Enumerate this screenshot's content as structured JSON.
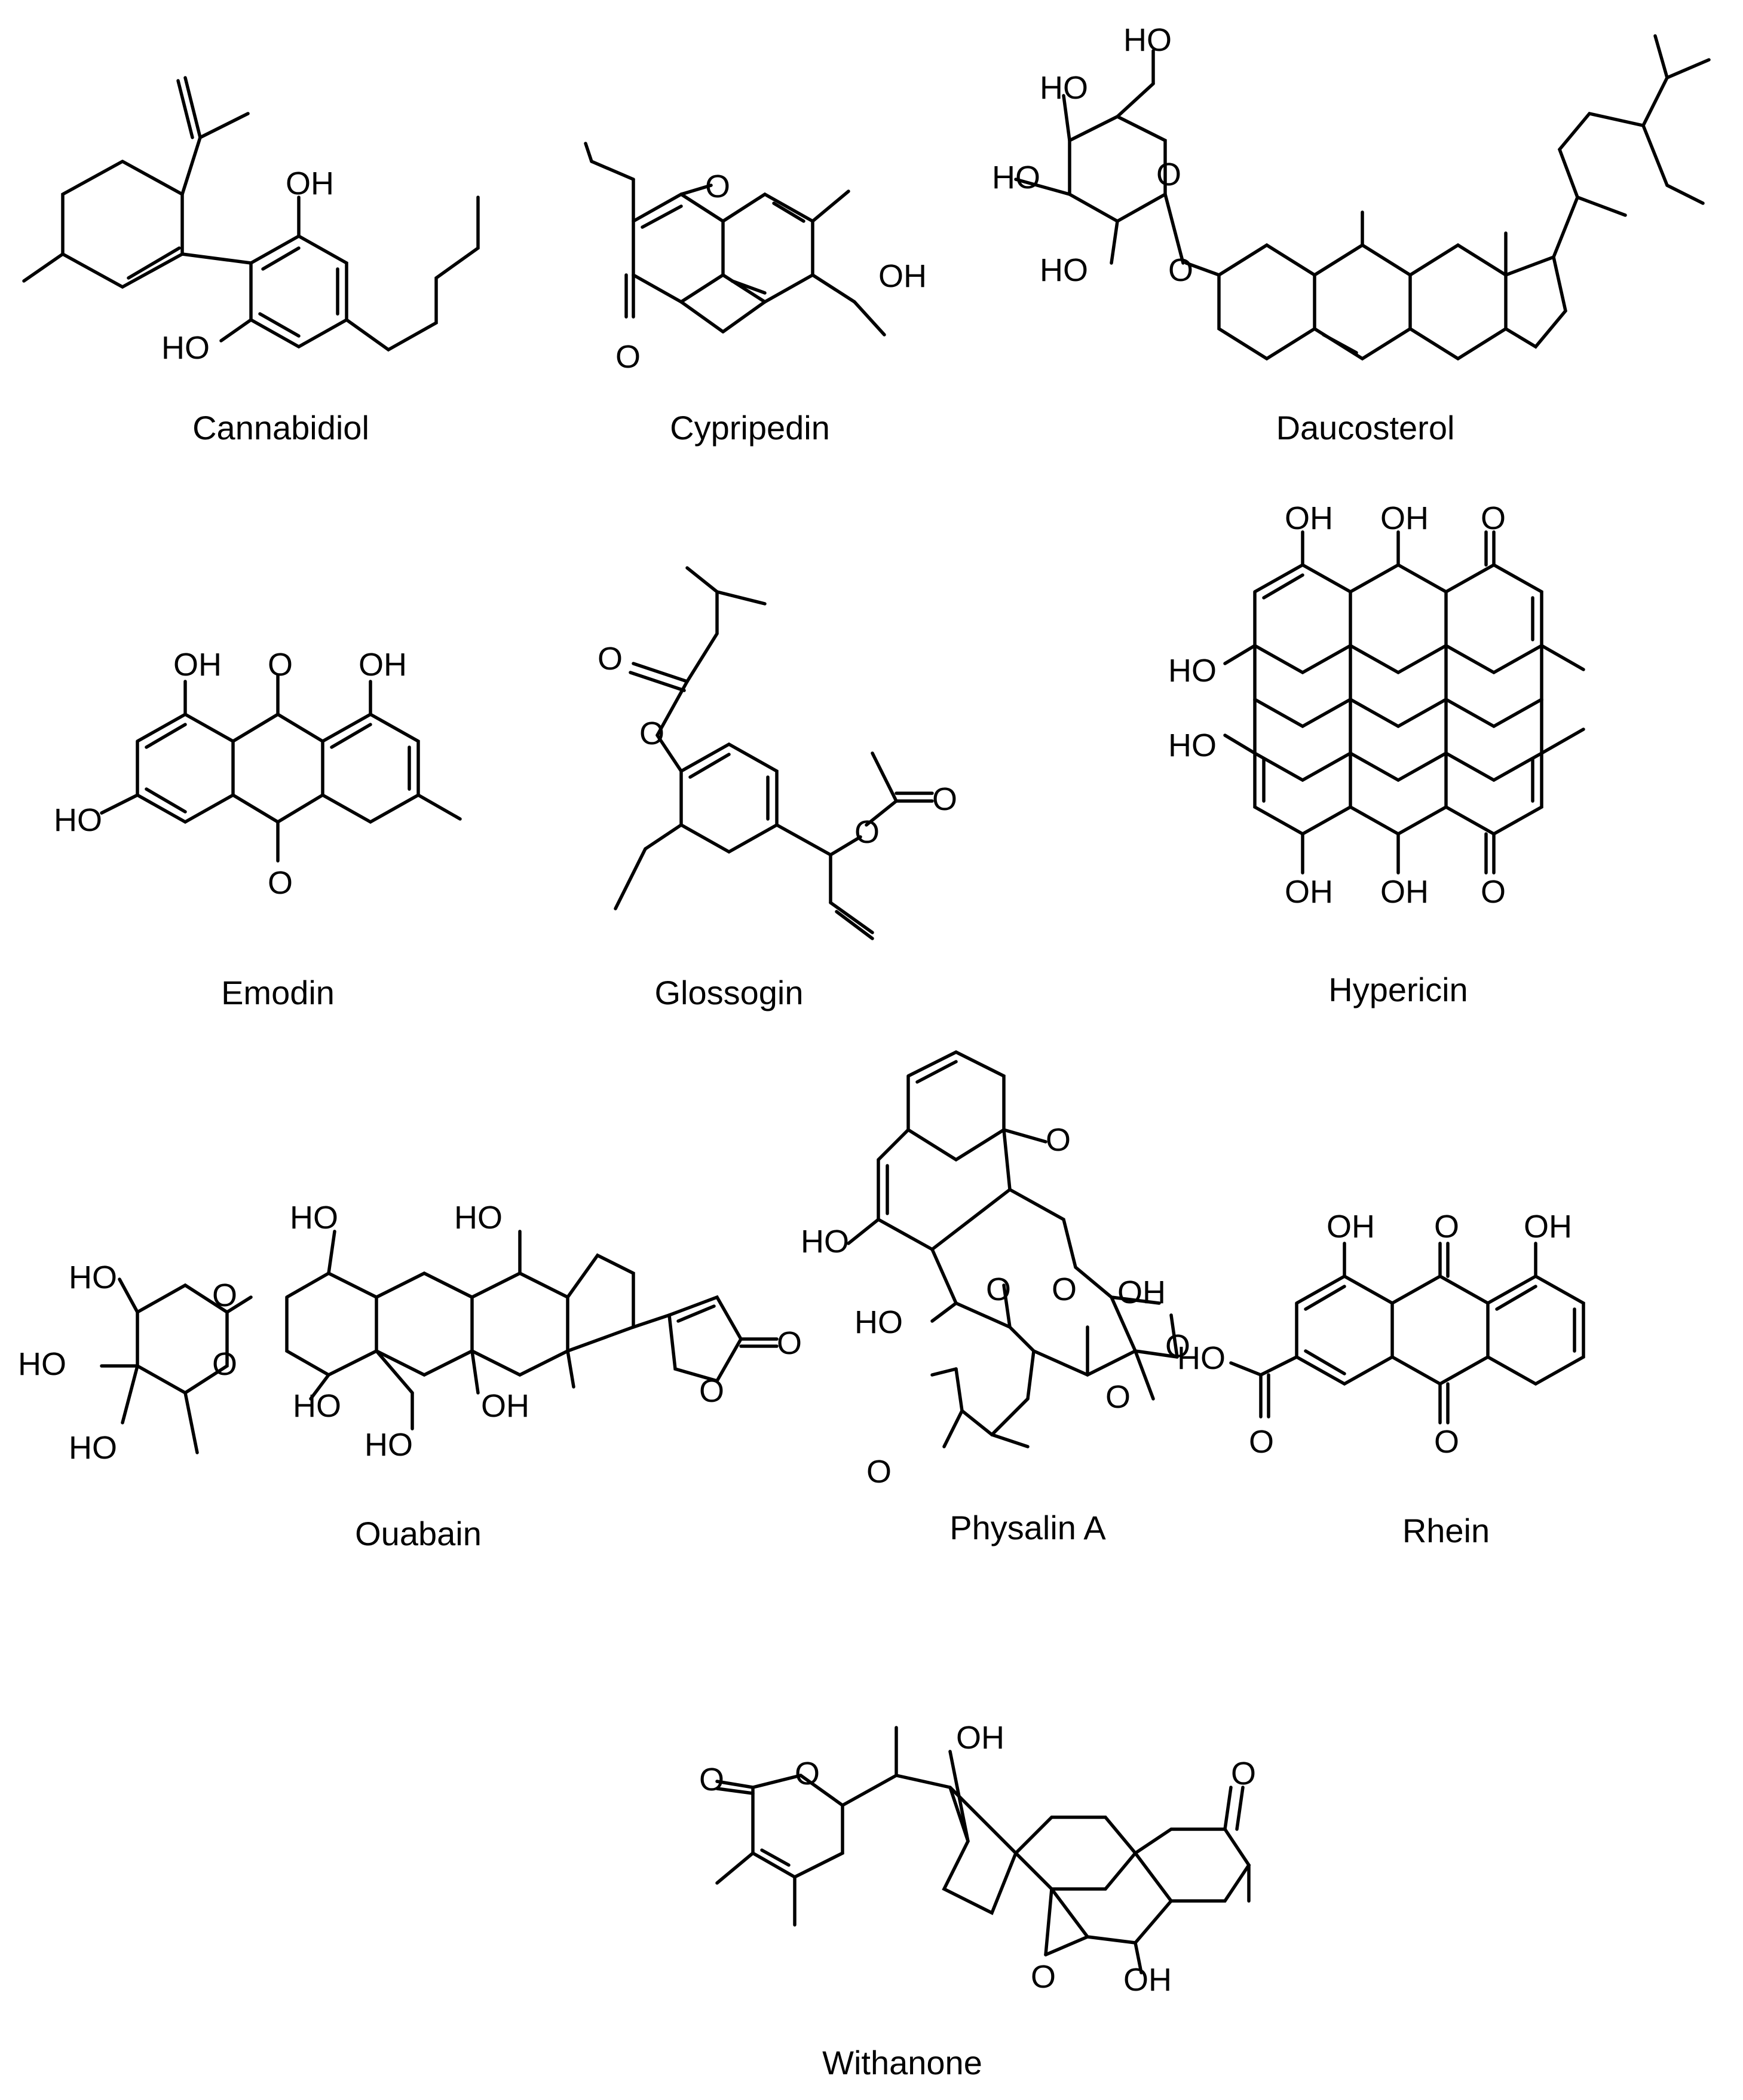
{
  "compounds": [
    {
      "name": "Cannabidiol",
      "labels": [
        "OH",
        "HO"
      ]
    },
    {
      "name": "Cypripedin",
      "labels": [
        "O",
        "O",
        "OH"
      ]
    },
    {
      "name": "Daucosterol",
      "labels": [
        "HO",
        "HO",
        "HO",
        "HO",
        "O",
        "O"
      ]
    },
    {
      "name": "Emodin",
      "labels": [
        "OH",
        "O",
        "OH",
        "HO",
        "O"
      ]
    },
    {
      "name": "Glossogin",
      "labels": [
        "O",
        "O",
        "O",
        "O"
      ]
    },
    {
      "name": "Hypericin",
      "labels": [
        "OH",
        "OH",
        "O",
        "HO",
        "HO",
        "OH",
        "OH",
        "O"
      ]
    },
    {
      "name": "Ouabain",
      "labels": [
        "HO",
        "HO",
        "HO",
        "HO",
        "HO",
        "O",
        "O",
        "O",
        "O",
        "HO",
        "OH",
        "HO"
      ]
    },
    {
      "name": "Physalin A",
      "labels": [
        "O",
        "HO",
        "HO",
        "O",
        "O",
        "OH",
        "O",
        "O",
        "O"
      ]
    },
    {
      "name": "Rhein",
      "labels": [
        "OH",
        "O",
        "OH",
        "HO",
        "O",
        "O"
      ]
    },
    {
      "name": "Withanone",
      "labels": [
        "OH",
        "O",
        "O",
        "O",
        "OH"
      ]
    }
  ]
}
